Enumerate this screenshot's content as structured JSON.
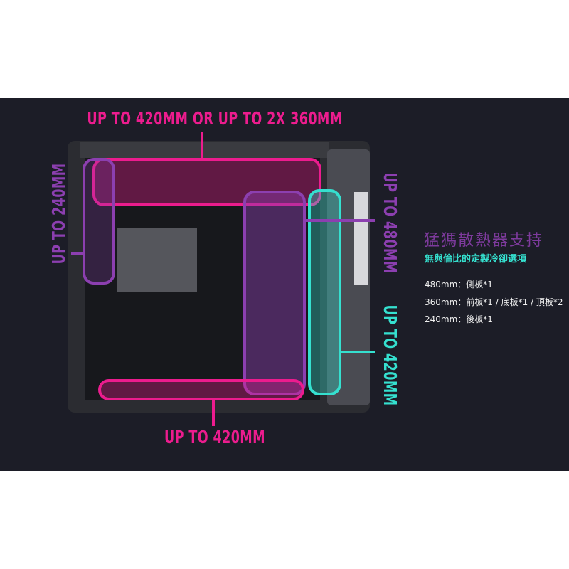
{
  "labels": {
    "top": "UP TO 420MM OR UP TO 2X 360MM",
    "left": "UP TO 240MM",
    "right_upper": "UP TO 480MM",
    "right_lower": "UP TO 420MM",
    "bottom": "UP TO 420MM"
  },
  "info": {
    "title": "猛獁散熱器支持",
    "subtitle": "無與倫比的定製冷卻選項",
    "specs": [
      "480mm：側板*1",
      "360mm：前板*1 / 底板*1 / 頂板*2",
      "240mm：後板*1"
    ]
  },
  "colors": {
    "background": "#1c1d27",
    "magenta": "#ec1c8e",
    "purple": "#8c3fb0",
    "cyan": "#35e0cf"
  }
}
